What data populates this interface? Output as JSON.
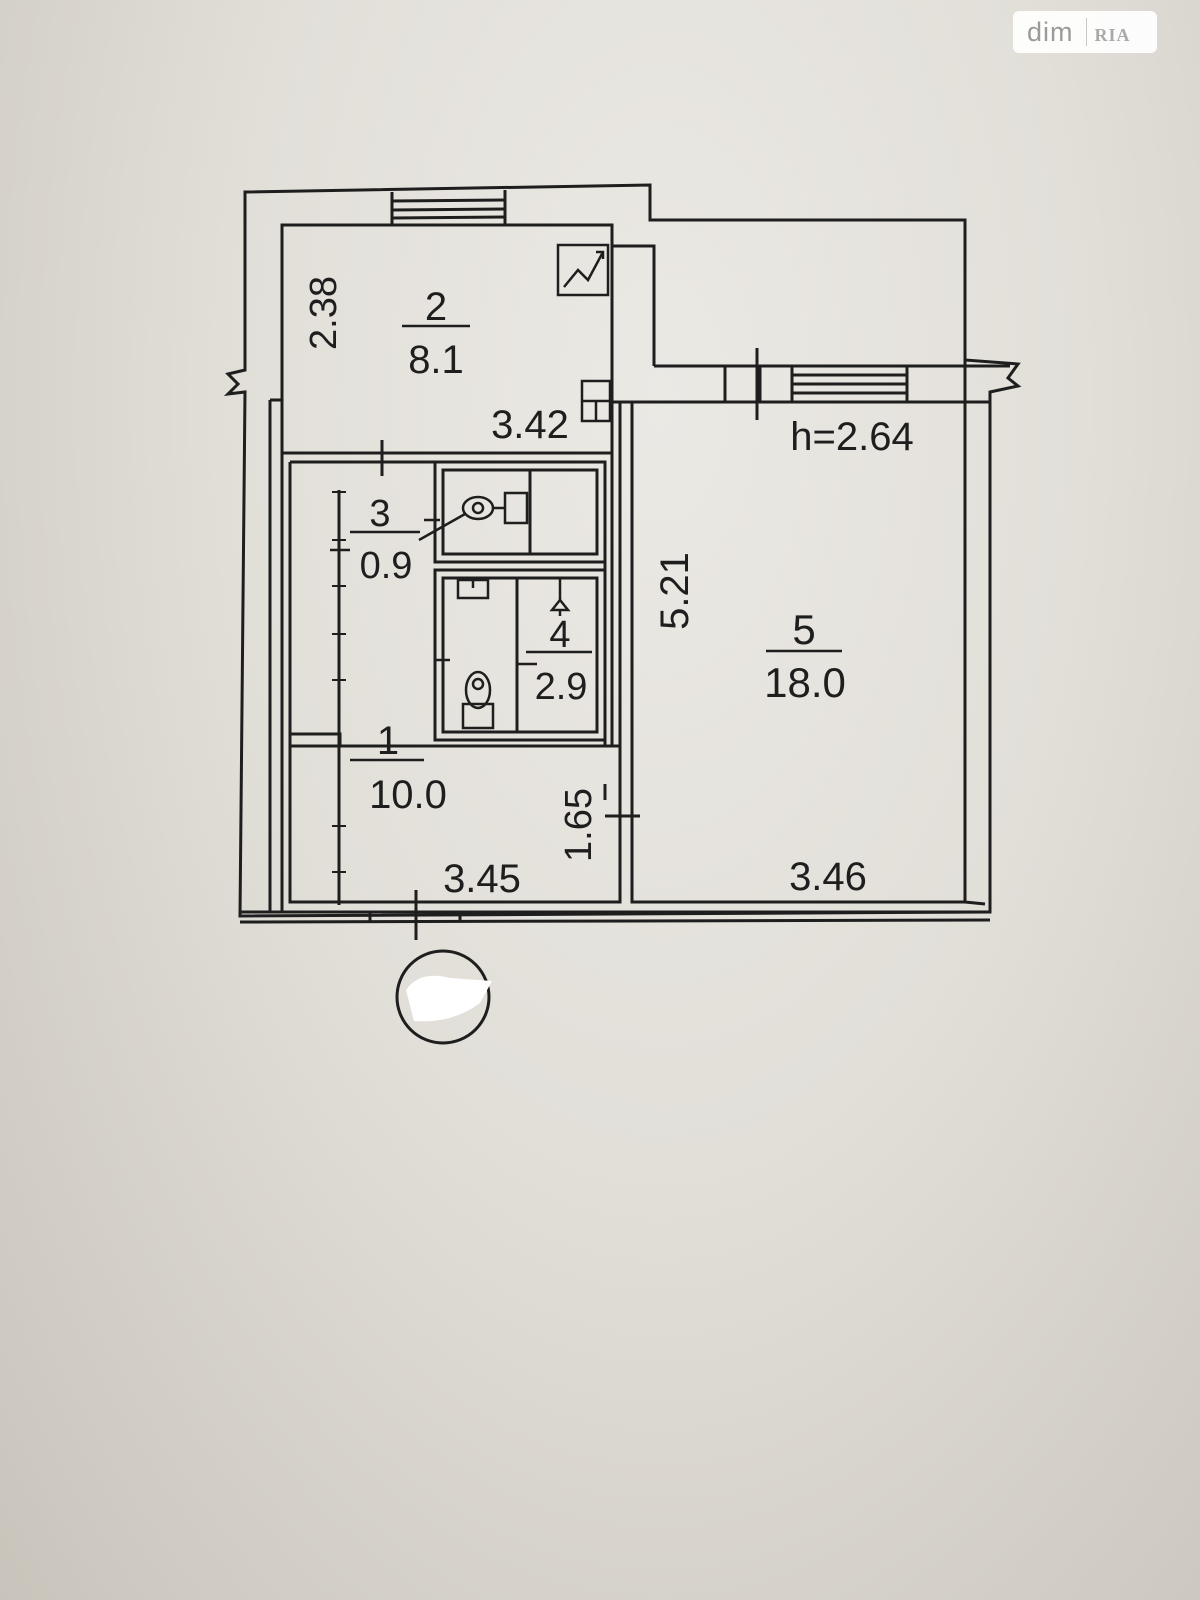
{
  "watermark": {
    "brand": "dim",
    "logo_text": "RIA"
  },
  "rooms": [
    {
      "number": "1",
      "area": "10.0"
    },
    {
      "number": "2",
      "area": "8.1"
    },
    {
      "number": "3",
      "area": "0.9"
    },
    {
      "number": "4",
      "area": "2.9"
    },
    {
      "number": "5",
      "area": "18.0"
    }
  ],
  "dimensions": {
    "kitchen_height": "2.38",
    "kitchen_width": "3.42",
    "room_length": "5.21",
    "room_width": "3.46",
    "hall_width": "3.45",
    "hall_depth": "1.65"
  },
  "ceiling_height": "h=2.64",
  "fixtures": [
    "stove-icon",
    "toilet-icon",
    "shower-icon",
    "washbasin-icon",
    "toilet-icon",
    "riser-icon"
  ],
  "colors": {
    "paper": "#e6e3dd",
    "ink": "#1e1e1e"
  }
}
